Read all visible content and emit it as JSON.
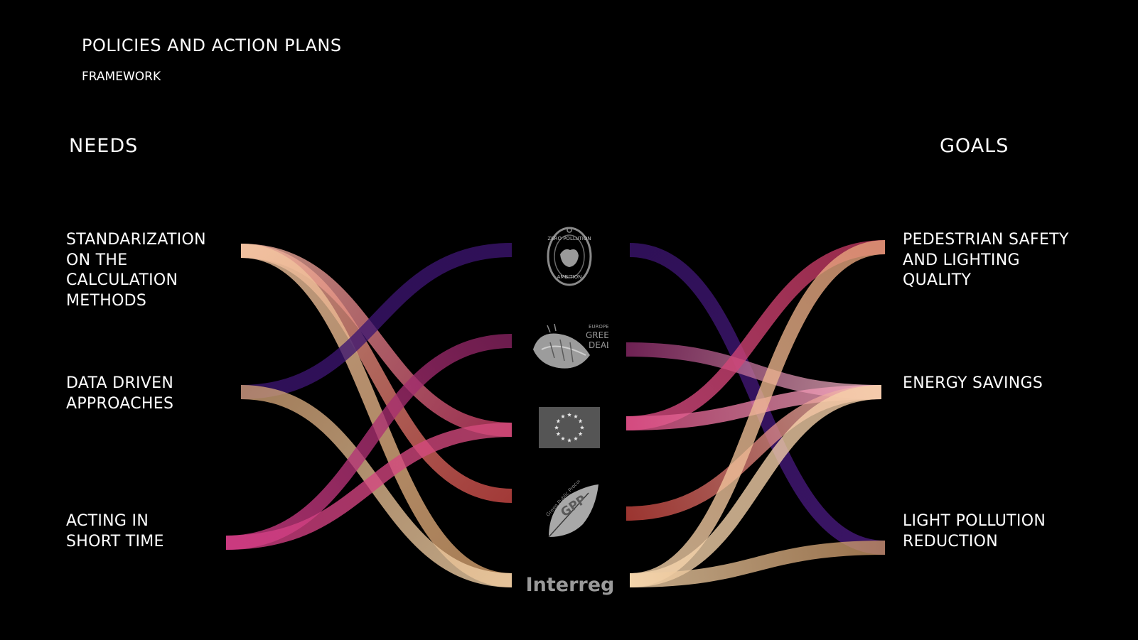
{
  "header": {
    "title": "POLICIES AND ACTION PLANS",
    "subtitle": "FRAMEWORK"
  },
  "columns": {
    "needs_heading": "NEEDS",
    "goals_heading": "GOALS"
  },
  "needs": [
    {
      "id": "standardization",
      "label": "STANDARIZATION\nON THE\nCALCULATION\nMETHODS"
    },
    {
      "id": "data",
      "label": "DATA DRIVEN\nAPPROACHES"
    },
    {
      "id": "short",
      "label": "ACTING IN\nSHORT TIME"
    }
  ],
  "goals": [
    {
      "id": "pedestrian",
      "label": "PEDESTRIAN SAFETY\nAND LIGHTING\nQUALITY"
    },
    {
      "id": "energy",
      "label": "ENERGY SAVINGS"
    },
    {
      "id": "lightpollution",
      "label": "LIGHT POLLUTION\nREDUCTION"
    }
  ],
  "policies": [
    {
      "id": "zero-pollution",
      "logo": "zero-pollution-ambition-logo",
      "text_top": "ZERO POLLUTION",
      "text_bottom": "AMBITION"
    },
    {
      "id": "green-deal",
      "logo": "european-green-deal-logo",
      "text": [
        "EUROPEAN",
        "GREEN",
        "DEAL"
      ]
    },
    {
      "id": "eu",
      "logo": "eu-flag-logo"
    },
    {
      "id": "gpp",
      "logo": "green-public-procurement-logo",
      "text_top": "Green Public Procurement",
      "text": "GPP"
    },
    {
      "id": "interreg",
      "logo": "interreg-logo",
      "text": "Interreg"
    }
  ],
  "colors": {
    "background": "#000000",
    "text": "#ffffff",
    "purple": "#3d1570",
    "magenta": "#b1306f",
    "pink": "#e0508e",
    "red": "#c5494a",
    "tan": "#c49161",
    "cream": "#f6d0a4",
    "logo_grey": "#8a8a8a"
  },
  "flows_left": [
    {
      "from": "standardization",
      "to": "eu",
      "colors": [
        "#f1b6a0",
        "#c73a66"
      ]
    },
    {
      "from": "standardization",
      "to": "gpp",
      "colors": [
        "#f1b6a0",
        "#d04b48"
      ]
    },
    {
      "from": "standardization",
      "to": "interreg",
      "colors": [
        "#f4c6a2",
        "#d6a06b"
      ]
    },
    {
      "from": "data",
      "to": "zero-pollution",
      "colors": [
        "#3c1570",
        "#3c1570"
      ]
    },
    {
      "from": "data",
      "to": "interreg",
      "colors": [
        "#cf9f72",
        "#f6d6ad"
      ]
    },
    {
      "from": "short",
      "to": "green-deal",
      "colors": [
        "#d43d86",
        "#8b2463"
      ]
    },
    {
      "from": "short",
      "to": "eu",
      "colors": [
        "#d43d86",
        "#d54c7c"
      ]
    }
  ],
  "flows_right": [
    {
      "from": "zero-pollution",
      "to": "lightpollution",
      "colors": [
        "#3c1570",
        "#4a1a80"
      ]
    },
    {
      "from": "green-deal",
      "to": "energy",
      "colors": [
        "#8d2a6a",
        "#f0b9c3"
      ]
    },
    {
      "from": "eu",
      "to": "pedestrian",
      "colors": [
        "#de4e86",
        "#c1365e"
      ]
    },
    {
      "from": "eu",
      "to": "energy",
      "colors": [
        "#de4e86",
        "#f2b0c2"
      ]
    },
    {
      "from": "gpp",
      "to": "energy",
      "colors": [
        "#c7443e",
        "#f4c0b6"
      ]
    },
    {
      "from": "interreg",
      "to": "pedestrian",
      "colors": [
        "#f6d6ad",
        "#e8a27a"
      ]
    },
    {
      "from": "interreg",
      "to": "energy",
      "colors": [
        "#f6d6ad",
        "#f6cfa8"
      ]
    },
    {
      "from": "interreg",
      "to": "lightpollution",
      "colors": [
        "#f6d6ad",
        "#c49161"
      ]
    }
  ]
}
